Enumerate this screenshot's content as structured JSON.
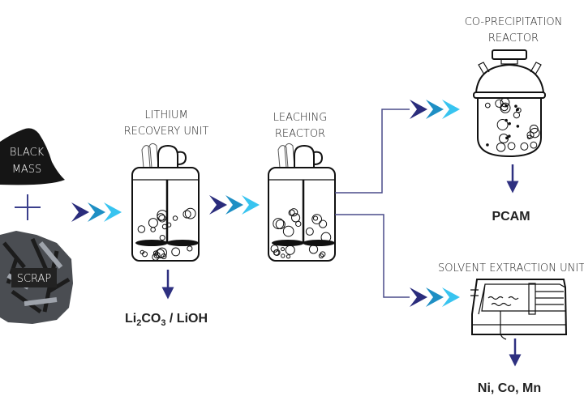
{
  "inputs": {
    "black_mass": [
      "BLACK",
      "MASS"
    ],
    "plus": "+",
    "scrap": "SCRAP"
  },
  "units": {
    "lithium_recovery": [
      "LITHIUM",
      "RECOVERY UNIT"
    ],
    "leaching": [
      "LEACHING",
      "REACTOR"
    ],
    "co_precipitation": [
      "CO-PRECIPITATION",
      "REACTOR"
    ],
    "solvent_extraction": "SOLVENT EXTRACTION UNIT"
  },
  "products": {
    "lithium": {
      "parts": [
        "Li",
        "2",
        "CO",
        "3",
        " / LiOH"
      ]
    },
    "pcam": "PCAM",
    "metals": "Ni, Co, Mn"
  },
  "colors": {
    "chevron_dark": "#2a2c7c",
    "chevron_mid": "#1e8fc4",
    "chevron_light": "#38c4f0",
    "arrow": "#2e3080",
    "flow_line": "#4a4c8a"
  }
}
